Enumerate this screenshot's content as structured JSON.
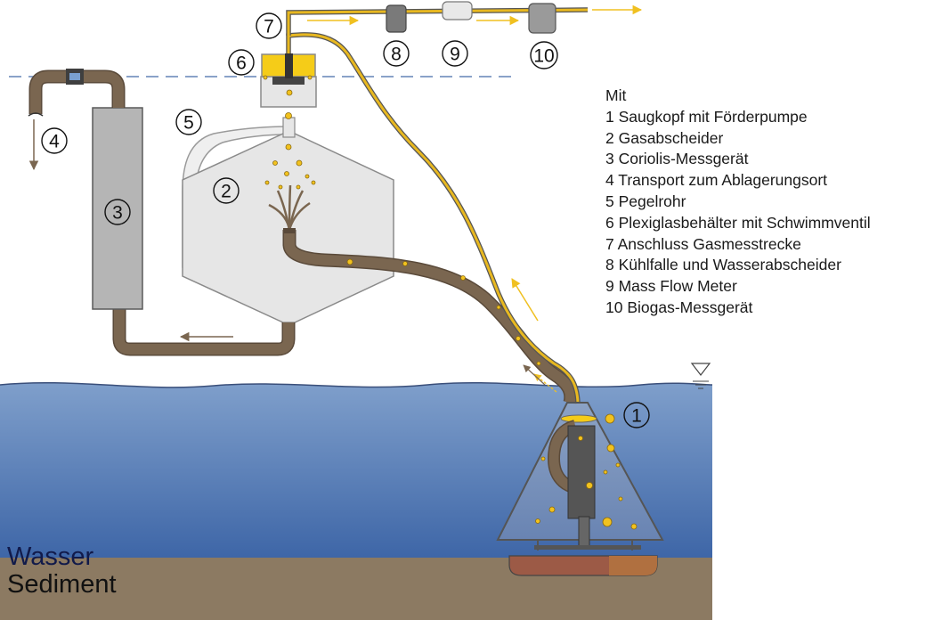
{
  "legend": {
    "header": "Mit",
    "items": [
      "1 Saugkopf mit Förderpumpe",
      "2 Gasabscheider",
      "3 Coriolis-Messgerät",
      "4 Transport zum Ablagerungsort",
      "5 Pegelrohr",
      "6 Plexiglasbehälter mit Schwimmventil",
      "7 Anschluss Gasmesstrecke",
      "8 Kühlfalle und Wasserabscheider",
      "9 Mass Flow Meter",
      "10 Biogas-Messgerät"
    ]
  },
  "labels": {
    "water": "Wasser",
    "sediment": "Sediment"
  },
  "numbers": {
    "n1": "1",
    "n2": "2",
    "n3": "3",
    "n4": "4",
    "n5": "5",
    "n6": "6",
    "n7": "7",
    "n8": "8",
    "n9": "9",
    "n10": "10"
  },
  "colors": {
    "water_top": "#7a9cc9",
    "water_bottom": "#3f67a8",
    "sediment": "#8c7a62",
    "pipe": "#7a6650",
    "gas_line": "#e8b820",
    "bubble": "#f2c21e",
    "device_gray": "#bdbdbd"
  }
}
